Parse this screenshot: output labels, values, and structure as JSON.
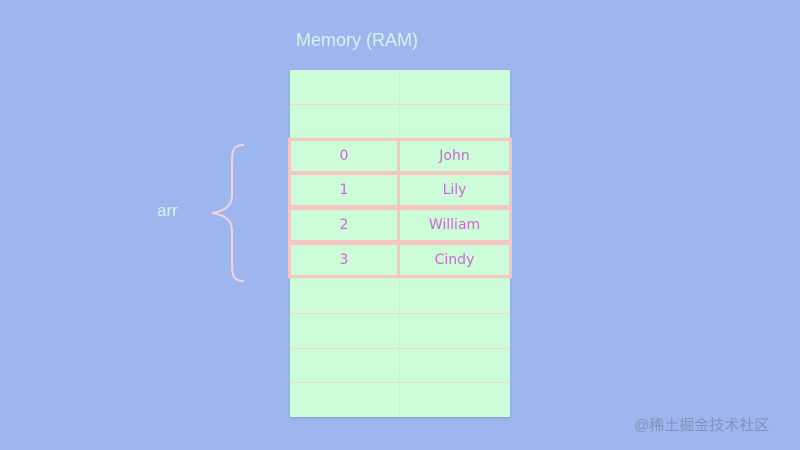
{
  "title": "Memory (RAM)",
  "variable_label": "arr",
  "memory": {
    "empty_rows_above": 2,
    "empty_rows_below": 4
  },
  "array": [
    {
      "index": "0",
      "value": "John"
    },
    {
      "index": "1",
      "value": "Lily"
    },
    {
      "index": "2",
      "value": "William"
    },
    {
      "index": "3",
      "value": "Cindy"
    }
  ],
  "watermark": "@稀土掘金技术社区",
  "colors": {
    "background": "#9db6ee",
    "cell_fill": "#ccfdd8",
    "highlight_border": "#f7c6c2",
    "text_accent": "#c86ad2",
    "label_text": "#d4f3ee"
  }
}
